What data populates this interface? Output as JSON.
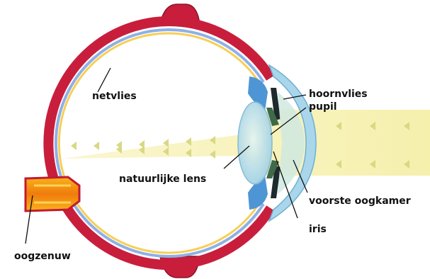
{
  "labels": {
    "retina": "netvlies",
    "cornea": "hoornvlies",
    "pupil": "pupil",
    "lens": "natuurlijke lens",
    "anterior_chamber": "voorste oogkamer",
    "iris": "iris",
    "optic_nerve": "oogzenuw"
  },
  "colors": {
    "sclera": "#c81e3c",
    "sclera_dark": "#8c1028",
    "retina_blue": "#8fb0e6",
    "retina_yellow": "#f6cf56",
    "light_beam": "#f7f2b4",
    "arrow": "#d9d884",
    "lens": "#bfe1ee",
    "cornea": "#a9d6ea",
    "ciliary_blue": "#4e95d5",
    "optic_nerve": "#f28a12"
  }
}
